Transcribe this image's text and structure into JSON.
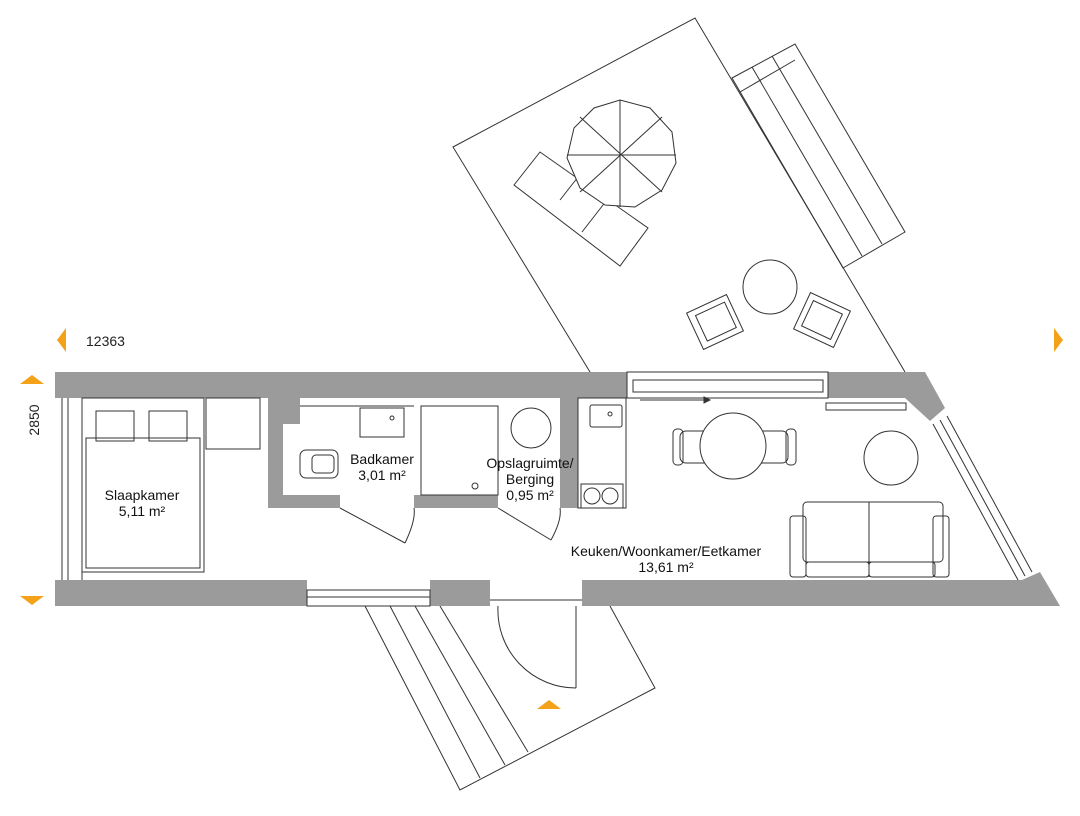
{
  "dimensions": {
    "length": "12363",
    "width": "2850"
  },
  "rooms": [
    {
      "name": "Slaapkamer",
      "area": "5,11 m²"
    },
    {
      "name": "Badkamer",
      "area": "3,01 m²"
    },
    {
      "name": "Opslagruimte/",
      "name2": "Berging",
      "area": "0,95 m²"
    },
    {
      "name": "Keuken/Woonkamer/Eetkamer",
      "area": "13,61 m²"
    }
  ],
  "colors": {
    "wall": "#9b9b9b",
    "marker": "#f5a21b",
    "line": "#333333"
  }
}
